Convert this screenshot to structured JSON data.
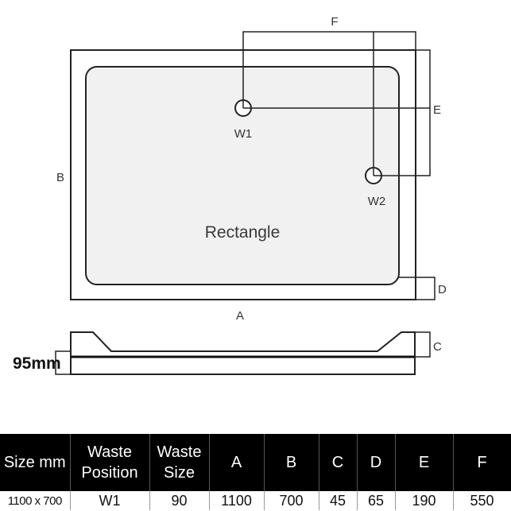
{
  "diagram": {
    "shape_label": "Rectangle",
    "dim_a": "A",
    "dim_b": "B",
    "dim_c": "C",
    "dim_d": "D",
    "dim_e": "E",
    "dim_f": "F",
    "waste_1": "W1",
    "waste_2": "W2",
    "height_label": "95mm"
  },
  "table": {
    "headers": {
      "size": "Size mm",
      "waste_position_1": "Waste",
      "waste_position_2": "Position",
      "waste_size_1": "Waste",
      "waste_size_2": "Size",
      "a": "A",
      "b": "B",
      "c": "C",
      "d": "D",
      "e": "E",
      "f": "F"
    },
    "row": {
      "size": "1100 x 700",
      "waste_position": "W1",
      "waste_size": "90",
      "a": "1100",
      "b": "700",
      "c": "45",
      "d": "65",
      "e": "190",
      "f": "550"
    }
  }
}
